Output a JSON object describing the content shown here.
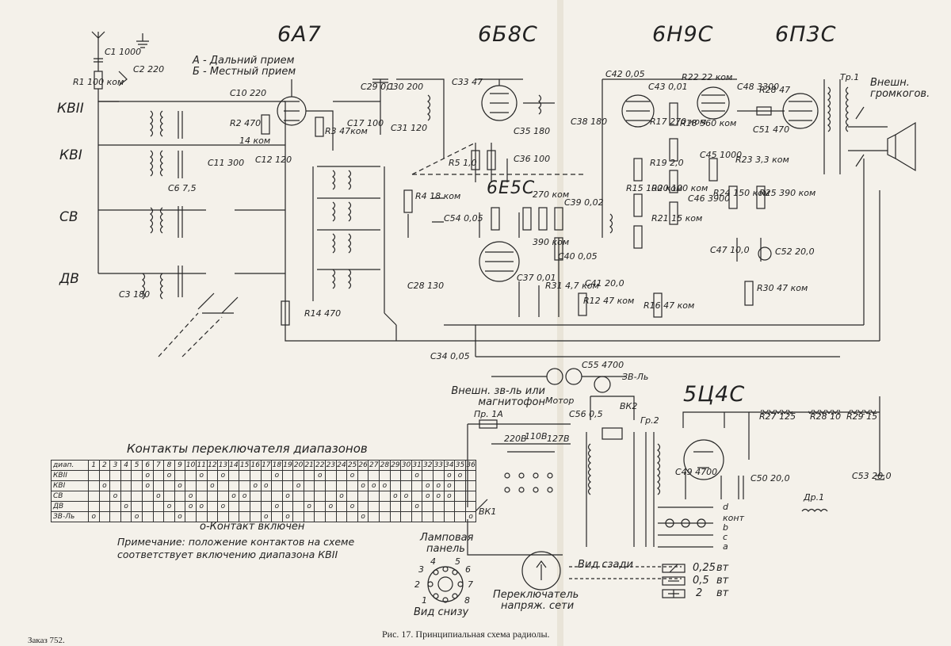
{
  "tubes": [
    {
      "label": "6А7"
    },
    {
      "label": "6Б8С"
    },
    {
      "label": "6Н9С"
    },
    {
      "label": "6П3С"
    },
    {
      "label": "6Е5С"
    },
    {
      "label": "5Ц4С"
    }
  ],
  "bands": [
    "КВII",
    "КВI",
    "СВ",
    "ДВ"
  ],
  "legend_ab": [
    "А - Дальний прием",
    "Б - Местный прием"
  ],
  "components": {
    "c1": "C1 1000",
    "c2": "C2 220",
    "r1": "R1 100 ком",
    "c10": "C10 220",
    "r2": "R2 470",
    "r3": "R3 47ком",
    "c17": "C17 100",
    "c11": "C11 300",
    "c12": "C12 120",
    "r_14kom": "14 ком",
    "c29": "C29 0,1",
    "c30": "C30 200",
    "c31": "C31 120",
    "c33": "C33 47",
    "c35": "C35 180",
    "c36": "C36 100",
    "c38": "C38 180",
    "r5": "R5 1,0",
    "r4": "R4 18 ком",
    "c54": "C54 0,05",
    "c42": "C42 0,05",
    "c43": "C43 0,01",
    "r22": "R22 22 ком",
    "r17": "R17 270 ком",
    "r19": "R19 2,0",
    "r18": "R18 560 ком",
    "c45": "C45 1000",
    "c48": "C48 3300",
    "r28": "R28 47",
    "c51": "C51 470",
    "r23": "R23 3,3 ком",
    "r24": "R24 150 ком",
    "r25": "R25 390 ком",
    "c46": "C46 3900",
    "r15": "R15 100 ком",
    "r20": "R20 100 ком",
    "r21": "R21 15 ком",
    "c47": "C47 10,0",
    "c52": "C52 20,0",
    "r30": "R30 47 ком",
    "r16": "R16 47 ком",
    "r12": "R12 47 ком",
    "r31": "R31 4,7 ком",
    "c41": "C41 20,0",
    "c34": "C34 0,05",
    "r14": "R14 470",
    "c28": "C28 130",
    "c55": "C55 4700",
    "c56": "C56 0,5",
    "c49": "C49 4700",
    "c50": "C50 20,0",
    "c53": "C53 20,0",
    "r27": "R27 125",
    "r28b": "R28 10",
    "r29": "R29 15",
    "c39": "C39 0,02",
    "c40": "C40 0,05",
    "c37": "C37 0,01",
    "r_390kom": "390 ком",
    "r_270kom": "270 ком",
    "c3": "C3 180",
    "c6": "C6 7,5",
    "dr1": "Др.1",
    "tr1": "Тр.1",
    "tr2": "Гр.2"
  },
  "labels": {
    "ext_speaker": "Внешн. громкогов.",
    "ext_sound": "Внешн. зв-ль или магнитофон",
    "motor": "Мотор",
    "zv_l": "ЗВ-Ль",
    "fuse": "Пр. 1А",
    "vk2": "ВК2",
    "vk1": "ВК1",
    "cont": "конт",
    "voltages": [
      "220В",
      "110В",
      "127В"
    ],
    "contacts_abcd": [
      "d",
      "b",
      "c",
      "a"
    ]
  },
  "switch_table": {
    "title": "Контакты переключателя диапазонов",
    "header_label": "диап.",
    "columns": [
      "1",
      "2",
      "3",
      "4",
      "5",
      "6",
      "7",
      "8",
      "9",
      "10",
      "11",
      "12",
      "13",
      "14",
      "15",
      "16",
      "17",
      "18",
      "19",
      "20",
      "21",
      "22",
      "23",
      "24",
      "25",
      "26",
      "27",
      "28",
      "29",
      "30",
      "31",
      "32",
      "33",
      "34",
      "35",
      "36"
    ],
    "rows": [
      {
        "label": "КВII",
        "on": [
          6,
          8,
          11,
          13,
          18,
          22,
          25,
          31,
          34,
          35
        ]
      },
      {
        "label": "КВI",
        "on": [
          2,
          6,
          9,
          12,
          16,
          17,
          20,
          26,
          27,
          28,
          32,
          33,
          34
        ]
      },
      {
        "label": "СВ",
        "on": [
          3,
          7,
          10,
          14,
          15,
          19,
          24,
          29,
          30,
          32,
          33,
          34
        ]
      },
      {
        "label": "ДВ",
        "on": [
          4,
          8,
          10,
          11,
          13,
          18,
          21,
          23,
          25,
          31
        ]
      },
      {
        "label": "ЗВ-Ль",
        "on": [
          1,
          5,
          9,
          17,
          19,
          26,
          36
        ]
      }
    ],
    "contact_legend": "о-Контакт включен",
    "note_lines": [
      "Примечание: положение контактов на схеме",
      "соответствует включению диапазона КВII"
    ]
  },
  "socket": {
    "title_lines": [
      "Ламповая",
      "панель"
    ],
    "pins": [
      "1",
      "2",
      "3",
      "4",
      "5",
      "6",
      "7",
      "8"
    ],
    "view": "Вид снизу"
  },
  "selector": {
    "view": "Вид сзади",
    "title_lines": [
      "Переключатель",
      "напряж. сети"
    ]
  },
  "resistor_legend": [
    {
      "value": "0,25",
      "unit": "вт"
    },
    {
      "value": "0,5",
      "unit": "вт"
    },
    {
      "value": "2",
      "unit": "вт"
    }
  ],
  "caption": "Рис. 17. Принципиальная схема радиолы.",
  "order": "Заказ 752."
}
